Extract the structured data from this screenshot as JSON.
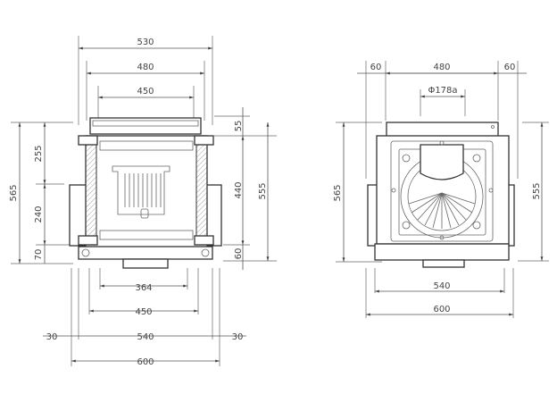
{
  "front_view": {
    "top_dims": [
      "530",
      "480",
      "450"
    ],
    "left_dims": {
      "total": "565",
      "upper": "255",
      "middle": "240",
      "lower": "70"
    },
    "right_dims": {
      "top": "55",
      "middle": "440",
      "bottom": "60",
      "total": "555"
    },
    "bottom_dims": {
      "d364": "364",
      "d450": "450",
      "d540": "540",
      "side_left": "30",
      "side_right": "30",
      "d600": "600"
    }
  },
  "side_view": {
    "top_dims": {
      "left": "60",
      "middle": "480",
      "right": "60"
    },
    "flue": "Φ178a",
    "left_dim": "565",
    "right_dim": "555",
    "bottom_dims": {
      "d540": "540",
      "d600": "600"
    }
  }
}
